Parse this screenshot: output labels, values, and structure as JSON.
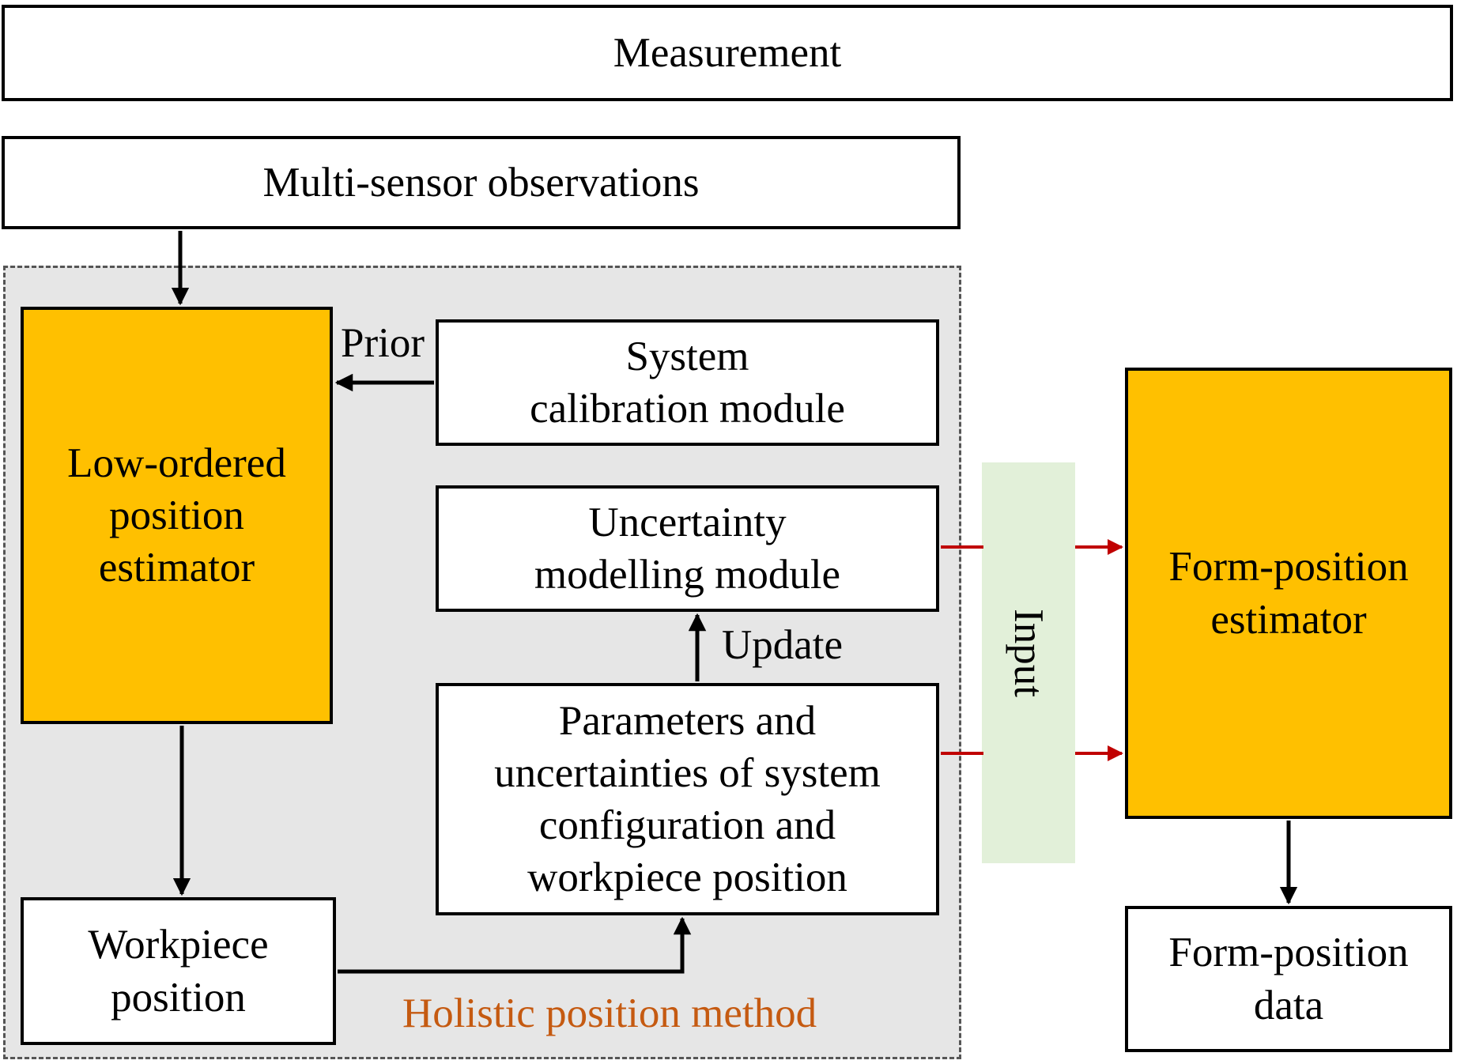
{
  "measurement": {
    "label": "Measurement"
  },
  "observations": {
    "label": "Multi-sensor observations"
  },
  "holistic": {
    "title": "Holistic position method"
  },
  "low_ordered": {
    "label": "Low-ordered\nposition\nestimator"
  },
  "calibration": {
    "label": "System\ncalibration module"
  },
  "uncertainty": {
    "label": "Uncertainty\nmodelling module"
  },
  "parameters": {
    "label": "Parameters and\nuncertainties of  system\nconfiguration and\nworkpiece position"
  },
  "workpiece": {
    "label": "Workpiece\nposition"
  },
  "form_estimator": {
    "label": "Form-position\nestimator"
  },
  "form_data": {
    "label": "Form-position\ndata"
  },
  "edge_labels": {
    "prior": "Prior",
    "update": "Update",
    "input": "Input"
  },
  "colors": {
    "estimator_fill": "#FFC000",
    "region_fill": "#E6E6E6",
    "input_band": "#E2F0D9",
    "input_arrow": "#C00000",
    "region_title": "#C55A11"
  }
}
